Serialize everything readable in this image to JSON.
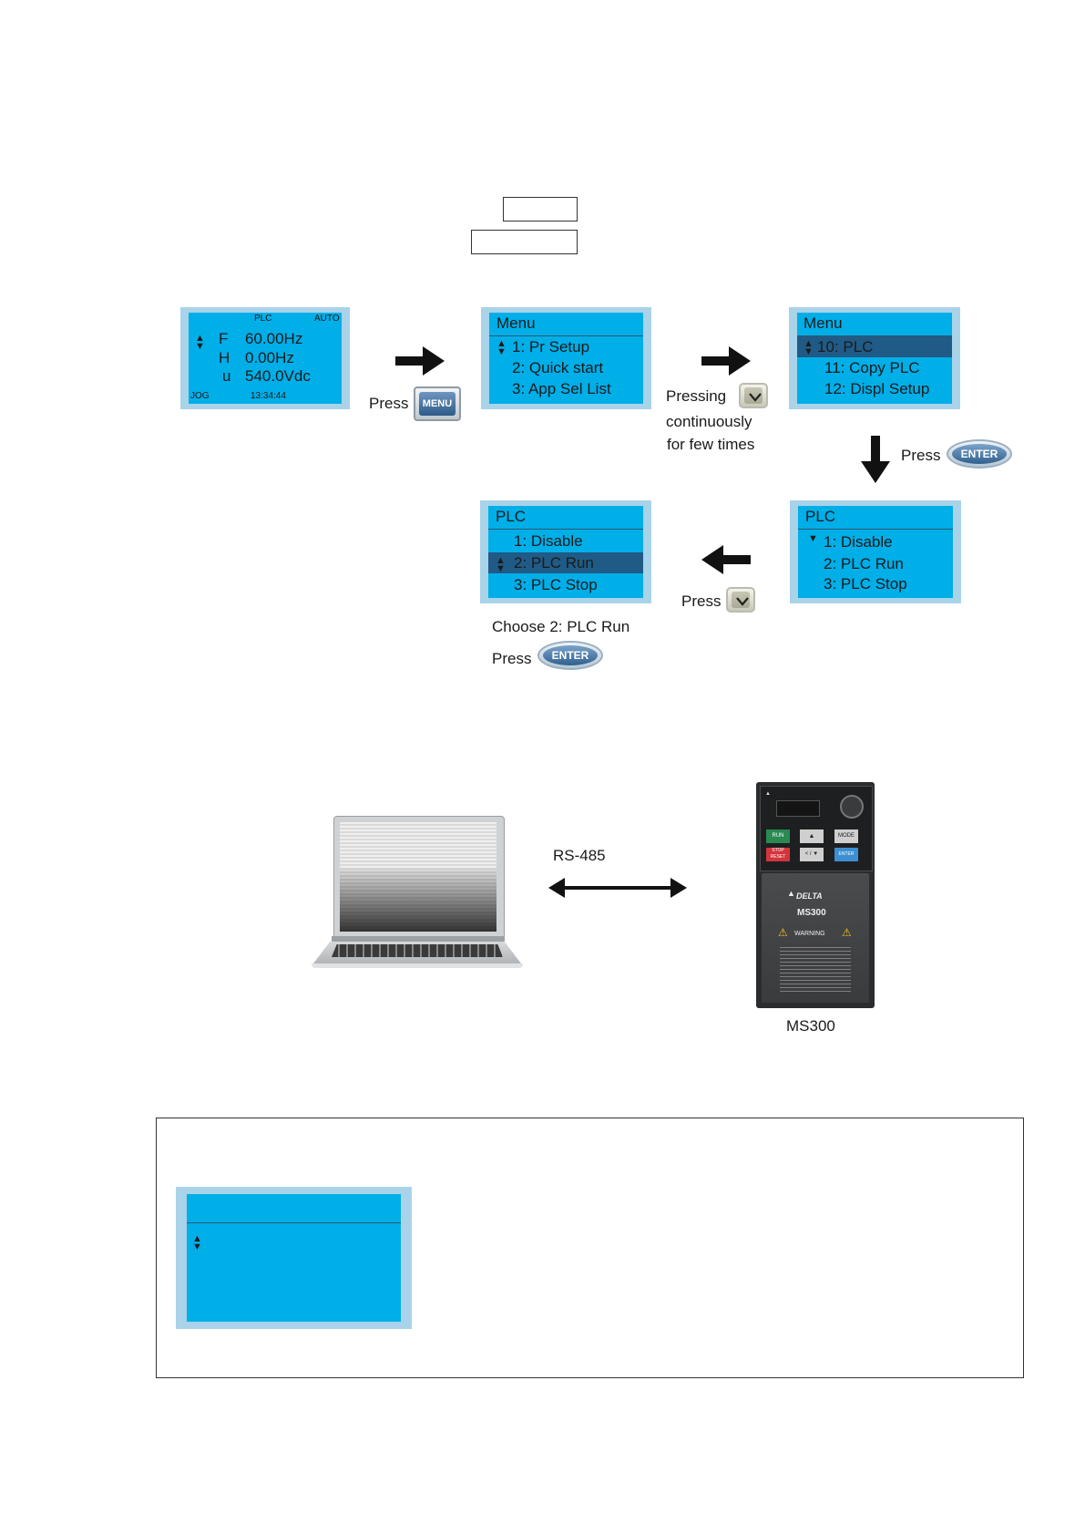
{
  "screens": {
    "main": {
      "indicator_plc": "PLC",
      "indicator_auto": "AUTO",
      "rows": [
        {
          "label": "F",
          "value": "60.00Hz"
        },
        {
          "label": "H",
          "value": "0.00Hz"
        },
        {
          "label": "u",
          "value": "540.0Vdc"
        }
      ],
      "status_jog": "JOG",
      "time": "13:34:44"
    },
    "menu1": {
      "title": "Menu",
      "items": [
        "1: Pr Setup",
        "2: Quick start",
        "3: App Sel List"
      ]
    },
    "menu2": {
      "title": "Menu",
      "items": [
        "10: PLC",
        "11: Copy PLC",
        "12: Displ Setup"
      ]
    },
    "plc1": {
      "title": "PLC",
      "items": [
        "1: Disable",
        "2: PLC Run",
        "3: PLC Stop"
      ]
    },
    "plc2": {
      "title": "PLC",
      "items": [
        "1: Disable",
        "2: PLC Run",
        "3: PLC Stop"
      ]
    }
  },
  "steps": {
    "press1": "Press",
    "pressing": "Pressing",
    "continuously": "continuously",
    "for_few_times": "for few times",
    "press2": "Press",
    "press3": "Press",
    "choose": "Choose 2: PLC Run",
    "press4": "Press"
  },
  "keys": {
    "menu": "MENU",
    "enter": "ENTER"
  },
  "connection": {
    "link": "RS-485",
    "device": "MS300"
  },
  "drive": {
    "brand": "DELTA",
    "model": "MS300",
    "warning": "WARNING",
    "btn_run": "RUN",
    "btn_stop": "STOP RESET",
    "btn_up": "▲",
    "btn_mode": "MODE",
    "btn_shift": "< / ▼",
    "btn_enter": "ENTER"
  }
}
